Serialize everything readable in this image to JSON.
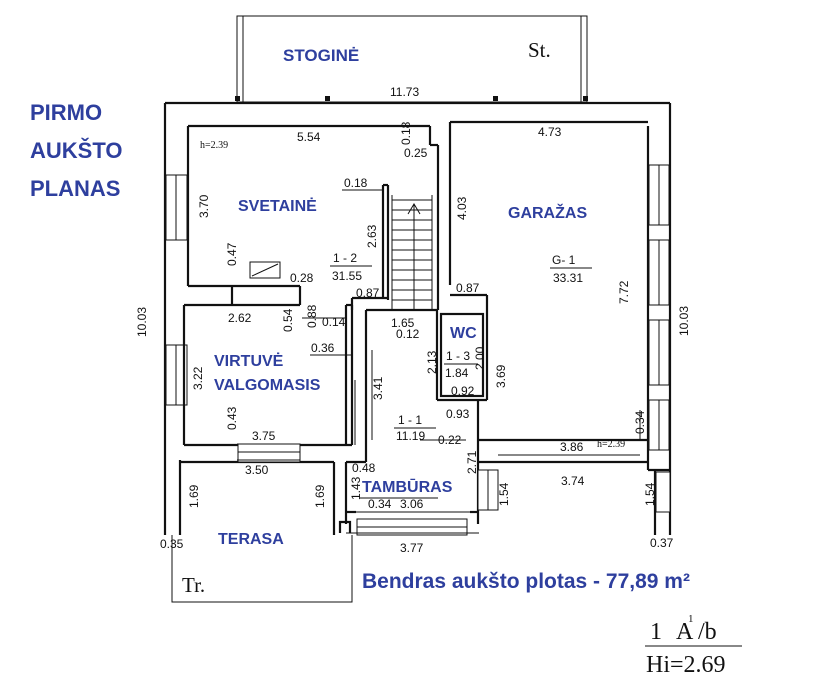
{
  "title_lines": [
    "PIRMO",
    "AUKŠTO",
    "PLANAS"
  ],
  "total_area": "Bendras aukšto plotas - 77,89 m²",
  "rooms": {
    "stogine": "STOGINĖ",
    "svetaine": "SVETAINĖ",
    "garazas": "GARAŽAS",
    "wc": "WC",
    "virtuve": "VIRTUVĖ",
    "valgomasis": "VALGOMASIS",
    "tamburas": "TAMBŪRAS",
    "terasa": "TERASA"
  },
  "markers": {
    "st": "St.",
    "tr": "Tr."
  },
  "room_codes": {
    "r12": "1 - 2",
    "r12_area": "31.55",
    "g1": "G- 1",
    "g1_area": "33.31",
    "r13": "1 - 3",
    "r13_area": "1.84",
    "r11": "1 - 1",
    "r11_area": "11.19"
  },
  "heights": {
    "h_left": "h=2.39",
    "h_right": "h=2.39"
  },
  "dims": {
    "d1173": "11.73",
    "d554": "5.54",
    "d018a": "0.18",
    "d025": "0.25",
    "d473": "4.73",
    "d370": "3.70",
    "d018b": "0.18",
    "d403": "4.03",
    "d263": "2.63",
    "d047": "0.47",
    "d028": "0.28",
    "d087a": "0.87",
    "d087b": "0.87",
    "d772": "7.72",
    "d1003l": "10.03",
    "d1003r": "10.03",
    "d262": "2.62",
    "d054": "0.54",
    "d088": "0.88",
    "d014": "0.14",
    "d165": "1.65",
    "d012": "0.12",
    "d213": "2.13",
    "d200": "2.00",
    "d036": "0.36",
    "d322": "3.22",
    "d341": "3.41",
    "d369": "3.69",
    "d092": "0.92",
    "d043": "0.43",
    "d093": "0.93",
    "d034": "0.34",
    "d375": "3.75",
    "d022": "0.22",
    "d386": "3.86",
    "d271": "2.71",
    "d350": "3.50",
    "d048": "0.48",
    "d374": "3.74",
    "d143": "1.43",
    "d169l": "1.69",
    "d169m": "1.69",
    "d034b": "0.34",
    "d306": "3.06",
    "d154a": "1.54",
    "d154b": "1.54",
    "d035": "0.35",
    "d037": "0.37",
    "d377": "3.77"
  },
  "stamp": {
    "num": "1",
    "sup": "1",
    "letter": "A",
    "suffix": "/b",
    "hi": "Hi=2.69"
  }
}
